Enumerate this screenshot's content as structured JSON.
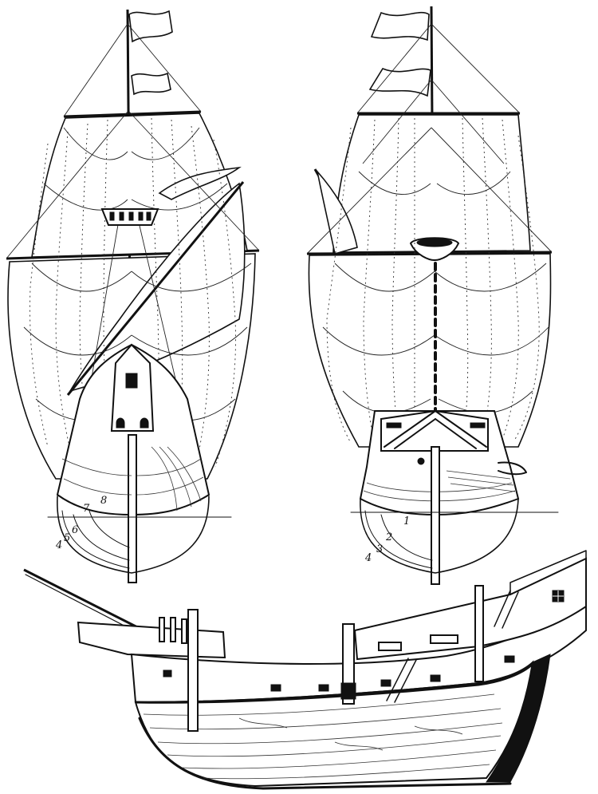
{
  "front_view": {
    "stations": [
      {
        "label": "7"
      },
      {
        "label": "8"
      },
      {
        "label": "4"
      },
      {
        "label": "5"
      },
      {
        "label": "6"
      }
    ]
  },
  "rear_view": {
    "stations": [
      {
        "label": "1"
      },
      {
        "label": "2"
      },
      {
        "label": "4"
      },
      {
        "label": "3"
      }
    ]
  },
  "colors": {
    "ink": "#111111",
    "paper": "#ffffff"
  }
}
